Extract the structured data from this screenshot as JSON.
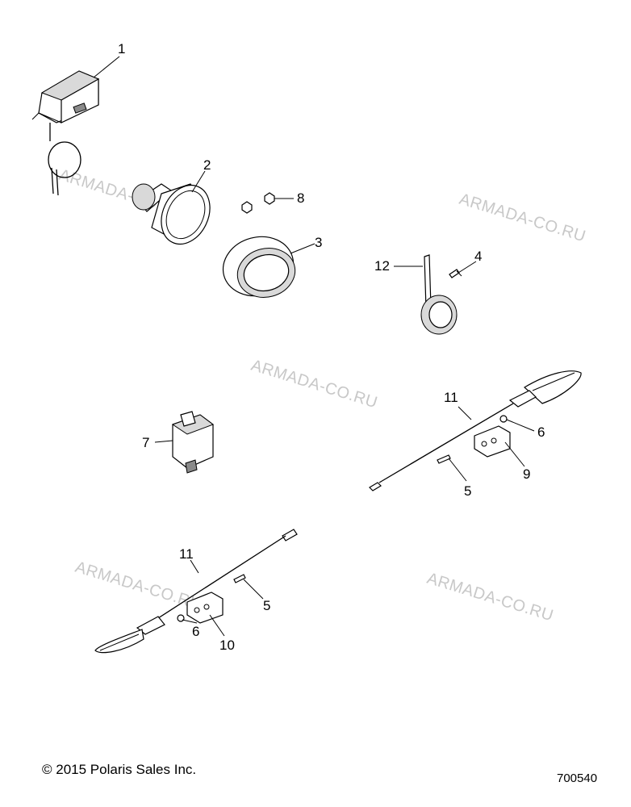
{
  "callouts": {
    "c1": "1",
    "c2": "2",
    "c3": "3",
    "c4": "4",
    "c5a": "5",
    "c5b": "5",
    "c6a": "6",
    "c6b": "6",
    "c7": "7",
    "c8": "8",
    "c9": "9",
    "c10": "10",
    "c11a": "11",
    "c11b": "11",
    "c12": "12"
  },
  "watermark": "ARMADA-CO.RU",
  "footer": {
    "copyright": "© 2015 Polaris Sales Inc.",
    "diagram_id": "700540"
  }
}
